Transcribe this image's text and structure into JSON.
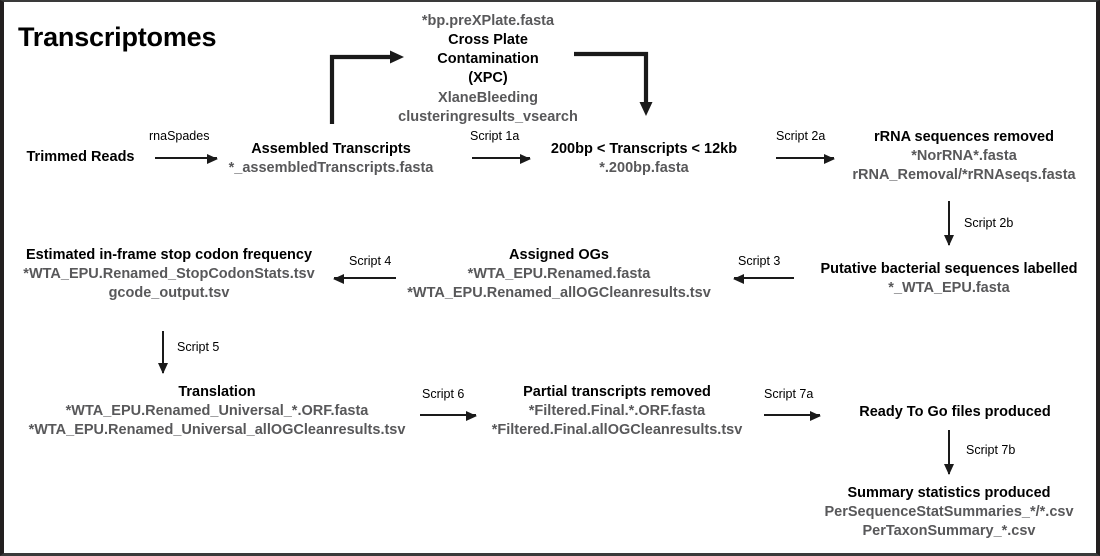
{
  "diagram": {
    "title": "Transcriptomes",
    "nodes": [
      {
        "id": "trimmed-reads",
        "title": "Trimmed Reads",
        "files": []
      },
      {
        "id": "assembled-transcripts",
        "title": "Assembled Transcripts",
        "files": [
          "*_assembledTranscripts.fasta"
        ]
      },
      {
        "id": "cross-plate-contamination",
        "title_lines": [
          "Cross Plate",
          "Contamination",
          "(XPC)"
        ],
        "file_top": "*bp.preXPlate.fasta",
        "files": [
          "XlaneBleeding",
          "clusteringresults_vsearch"
        ]
      },
      {
        "id": "size-filtered-transcripts",
        "title": "200bp < Transcripts < 12kb",
        "files": [
          "*.200bp.fasta"
        ]
      },
      {
        "id": "rrna-removed",
        "title": "rRNA sequences removed",
        "files": [
          "*NorRNA*.fasta",
          "rRNA_Removal/*rRNAseqs.fasta"
        ]
      },
      {
        "id": "bacterial-labelled",
        "title": "Putative bacterial sequences labelled",
        "files": [
          "*_WTA_EPU.fasta"
        ]
      },
      {
        "id": "assigned-ogs",
        "title": "Assigned OGs",
        "files": [
          "*WTA_EPU.Renamed.fasta",
          "*WTA_EPU.Renamed_allOGCleanresults.tsv"
        ]
      },
      {
        "id": "stop-codon-frequency",
        "title": "Estimated in-frame stop codon frequency",
        "files": [
          "*WTA_EPU.Renamed_StopCodonStats.tsv",
          "gcode_output.tsv"
        ]
      },
      {
        "id": "translation",
        "title": "Translation",
        "files": [
          "*WTA_EPU.Renamed_Universal_*.ORF.fasta",
          "*WTA_EPU.Renamed_Universal_allOGCleanresults.tsv"
        ]
      },
      {
        "id": "partial-transcripts-removed",
        "title": "Partial transcripts removed",
        "files": [
          "*Filtered.Final.*.ORF.fasta",
          "*Filtered.Final.allOGCleanresults.tsv"
        ]
      },
      {
        "id": "ready-to-go",
        "title": "Ready To Go files produced",
        "files": []
      },
      {
        "id": "summary-statistics",
        "title": "Summary statistics produced",
        "files": [
          "PerSequenceStatSummaries_*/*.csv",
          "PerTaxonSummary_*.csv"
        ]
      }
    ],
    "edge_labels": {
      "rnaspades": "rnaSpades",
      "script1a": "Script 1a",
      "script2a": "Script 2a",
      "script2b": "Script 2b",
      "script3": "Script 3",
      "script4": "Script 4",
      "script5": "Script 5",
      "script6": "Script 6",
      "script7a": "Script 7a",
      "script7b": "Script 7b"
    },
    "colors": {
      "text": "#000000",
      "filename": "#58585a",
      "arrow": "#1a1a1a",
      "background": "#ffffff",
      "frame": "#231f20"
    }
  }
}
